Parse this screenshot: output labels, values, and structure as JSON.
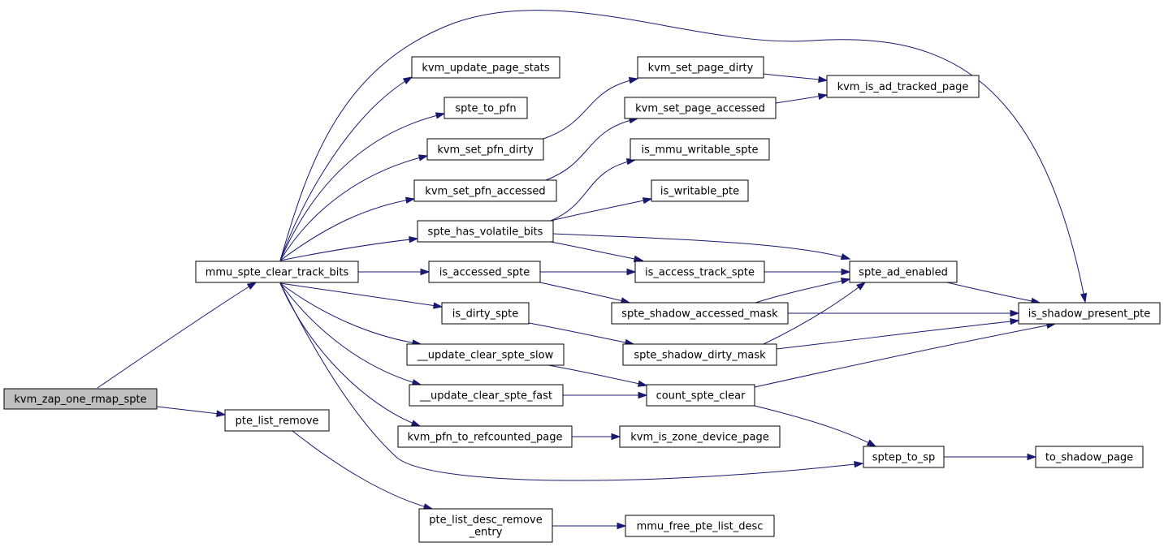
{
  "graph": {
    "edge_color": "#191970",
    "root_fill": "#bfbfbf",
    "nodes": [
      {
        "id": "kvm_zap_one_rmap_spte",
        "lines": [
          "kvm_zap_one_rmap_spte"
        ],
        "root": true
      },
      {
        "id": "mmu_spte_clear_track_bits",
        "lines": [
          "mmu_spte_clear_track_bits"
        ]
      },
      {
        "id": "pte_list_remove",
        "lines": [
          "pte_list_remove"
        ]
      },
      {
        "id": "kvm_update_page_stats",
        "lines": [
          "kvm_update_page_stats"
        ]
      },
      {
        "id": "spte_to_pfn",
        "lines": [
          "spte_to_pfn"
        ]
      },
      {
        "id": "kvm_set_pfn_dirty",
        "lines": [
          "kvm_set_pfn_dirty"
        ]
      },
      {
        "id": "kvm_set_pfn_accessed",
        "lines": [
          "kvm_set_pfn_accessed"
        ]
      },
      {
        "id": "spte_has_volatile_bits",
        "lines": [
          "spte_has_volatile_bits"
        ]
      },
      {
        "id": "is_accessed_spte",
        "lines": [
          "is_accessed_spte"
        ]
      },
      {
        "id": "is_dirty_spte",
        "lines": [
          "is_dirty_spte"
        ]
      },
      {
        "id": "__update_clear_spte_slow",
        "lines": [
          "__update_clear_spte_slow"
        ]
      },
      {
        "id": "__update_clear_spte_fast",
        "lines": [
          "__update_clear_spte_fast"
        ]
      },
      {
        "id": "kvm_pfn_to_refcounted_page",
        "lines": [
          "kvm_pfn_to_refcounted_page"
        ]
      },
      {
        "id": "pte_list_desc_remove_entry",
        "lines": [
          "pte_list_desc_remove",
          "_entry"
        ]
      },
      {
        "id": "kvm_set_page_dirty",
        "lines": [
          "kvm_set_page_dirty"
        ]
      },
      {
        "id": "kvm_set_page_accessed",
        "lines": [
          "kvm_set_page_accessed"
        ]
      },
      {
        "id": "is_mmu_writable_spte",
        "lines": [
          "is_mmu_writable_spte"
        ]
      },
      {
        "id": "is_writable_pte",
        "lines": [
          "is_writable_pte"
        ]
      },
      {
        "id": "is_access_track_spte",
        "lines": [
          "is_access_track_spte"
        ]
      },
      {
        "id": "spte_shadow_accessed_mask",
        "lines": [
          "spte_shadow_accessed_mask"
        ]
      },
      {
        "id": "spte_shadow_dirty_mask",
        "lines": [
          "spte_shadow_dirty_mask"
        ]
      },
      {
        "id": "count_spte_clear",
        "lines": [
          "count_spte_clear"
        ]
      },
      {
        "id": "kvm_is_zone_device_page",
        "lines": [
          "kvm_is_zone_device_page"
        ]
      },
      {
        "id": "mmu_free_pte_list_desc",
        "lines": [
          "mmu_free_pte_list_desc"
        ]
      },
      {
        "id": "kvm_is_ad_tracked_page",
        "lines": [
          "kvm_is_ad_tracked_page"
        ]
      },
      {
        "id": "spte_ad_enabled",
        "lines": [
          "spte_ad_enabled"
        ]
      },
      {
        "id": "sptep_to_sp",
        "lines": [
          "sptep_to_sp"
        ]
      },
      {
        "id": "is_shadow_present_pte",
        "lines": [
          "is_shadow_present_pte"
        ]
      },
      {
        "id": "to_shadow_page",
        "lines": [
          "to_shadow_page"
        ]
      }
    ],
    "edges": [
      {
        "from": "kvm_zap_one_rmap_spte",
        "to": "mmu_spte_clear_track_bits"
      },
      {
        "from": "kvm_zap_one_rmap_spte",
        "to": "pte_list_remove"
      },
      {
        "from": "mmu_spte_clear_track_bits",
        "to": "kvm_update_page_stats"
      },
      {
        "from": "mmu_spte_clear_track_bits",
        "to": "spte_to_pfn"
      },
      {
        "from": "mmu_spte_clear_track_bits",
        "to": "kvm_set_pfn_dirty"
      },
      {
        "from": "mmu_spte_clear_track_bits",
        "to": "kvm_set_pfn_accessed"
      },
      {
        "from": "mmu_spte_clear_track_bits",
        "to": "spte_has_volatile_bits"
      },
      {
        "from": "mmu_spte_clear_track_bits",
        "to": "is_accessed_spte"
      },
      {
        "from": "mmu_spte_clear_track_bits",
        "to": "is_dirty_spte"
      },
      {
        "from": "mmu_spte_clear_track_bits",
        "to": "__update_clear_spte_slow"
      },
      {
        "from": "mmu_spte_clear_track_bits",
        "to": "__update_clear_spte_fast"
      },
      {
        "from": "mmu_spte_clear_track_bits",
        "to": "kvm_pfn_to_refcounted_page"
      },
      {
        "from": "mmu_spte_clear_track_bits",
        "to": "is_shadow_present_pte"
      },
      {
        "from": "mmu_spte_clear_track_bits",
        "to": "sptep_to_sp"
      },
      {
        "from": "pte_list_remove",
        "to": "pte_list_desc_remove_entry"
      },
      {
        "from": "kvm_set_pfn_dirty",
        "to": "kvm_set_page_dirty"
      },
      {
        "from": "kvm_set_pfn_accessed",
        "to": "kvm_set_page_accessed"
      },
      {
        "from": "spte_has_volatile_bits",
        "to": "is_mmu_writable_spte"
      },
      {
        "from": "spte_has_volatile_bits",
        "to": "is_writable_pte"
      },
      {
        "from": "spte_has_volatile_bits",
        "to": "is_access_track_spte"
      },
      {
        "from": "spte_has_volatile_bits",
        "to": "spte_ad_enabled"
      },
      {
        "from": "is_accessed_spte",
        "to": "is_access_track_spte"
      },
      {
        "from": "is_accessed_spte",
        "to": "spte_shadow_accessed_mask"
      },
      {
        "from": "is_dirty_spte",
        "to": "spte_shadow_dirty_mask"
      },
      {
        "from": "__update_clear_spte_slow",
        "to": "count_spte_clear"
      },
      {
        "from": "__update_clear_spte_fast",
        "to": "count_spte_clear"
      },
      {
        "from": "kvm_pfn_to_refcounted_page",
        "to": "kvm_is_zone_device_page"
      },
      {
        "from": "pte_list_desc_remove_entry",
        "to": "mmu_free_pte_list_desc"
      },
      {
        "from": "kvm_set_page_dirty",
        "to": "kvm_is_ad_tracked_page"
      },
      {
        "from": "kvm_set_page_accessed",
        "to": "kvm_is_ad_tracked_page"
      },
      {
        "from": "is_access_track_spte",
        "to": "spte_ad_enabled"
      },
      {
        "from": "spte_shadow_accessed_mask",
        "to": "spte_ad_enabled"
      },
      {
        "from": "spte_shadow_accessed_mask",
        "to": "is_shadow_present_pte"
      },
      {
        "from": "spte_shadow_dirty_mask",
        "to": "spte_ad_enabled"
      },
      {
        "from": "spte_shadow_dirty_mask",
        "to": "is_shadow_present_pte"
      },
      {
        "from": "spte_ad_enabled",
        "to": "is_shadow_present_pte"
      },
      {
        "from": "count_spte_clear",
        "to": "is_shadow_present_pte"
      },
      {
        "from": "count_spte_clear",
        "to": "sptep_to_sp"
      },
      {
        "from": "sptep_to_sp",
        "to": "to_shadow_page"
      }
    ]
  }
}
